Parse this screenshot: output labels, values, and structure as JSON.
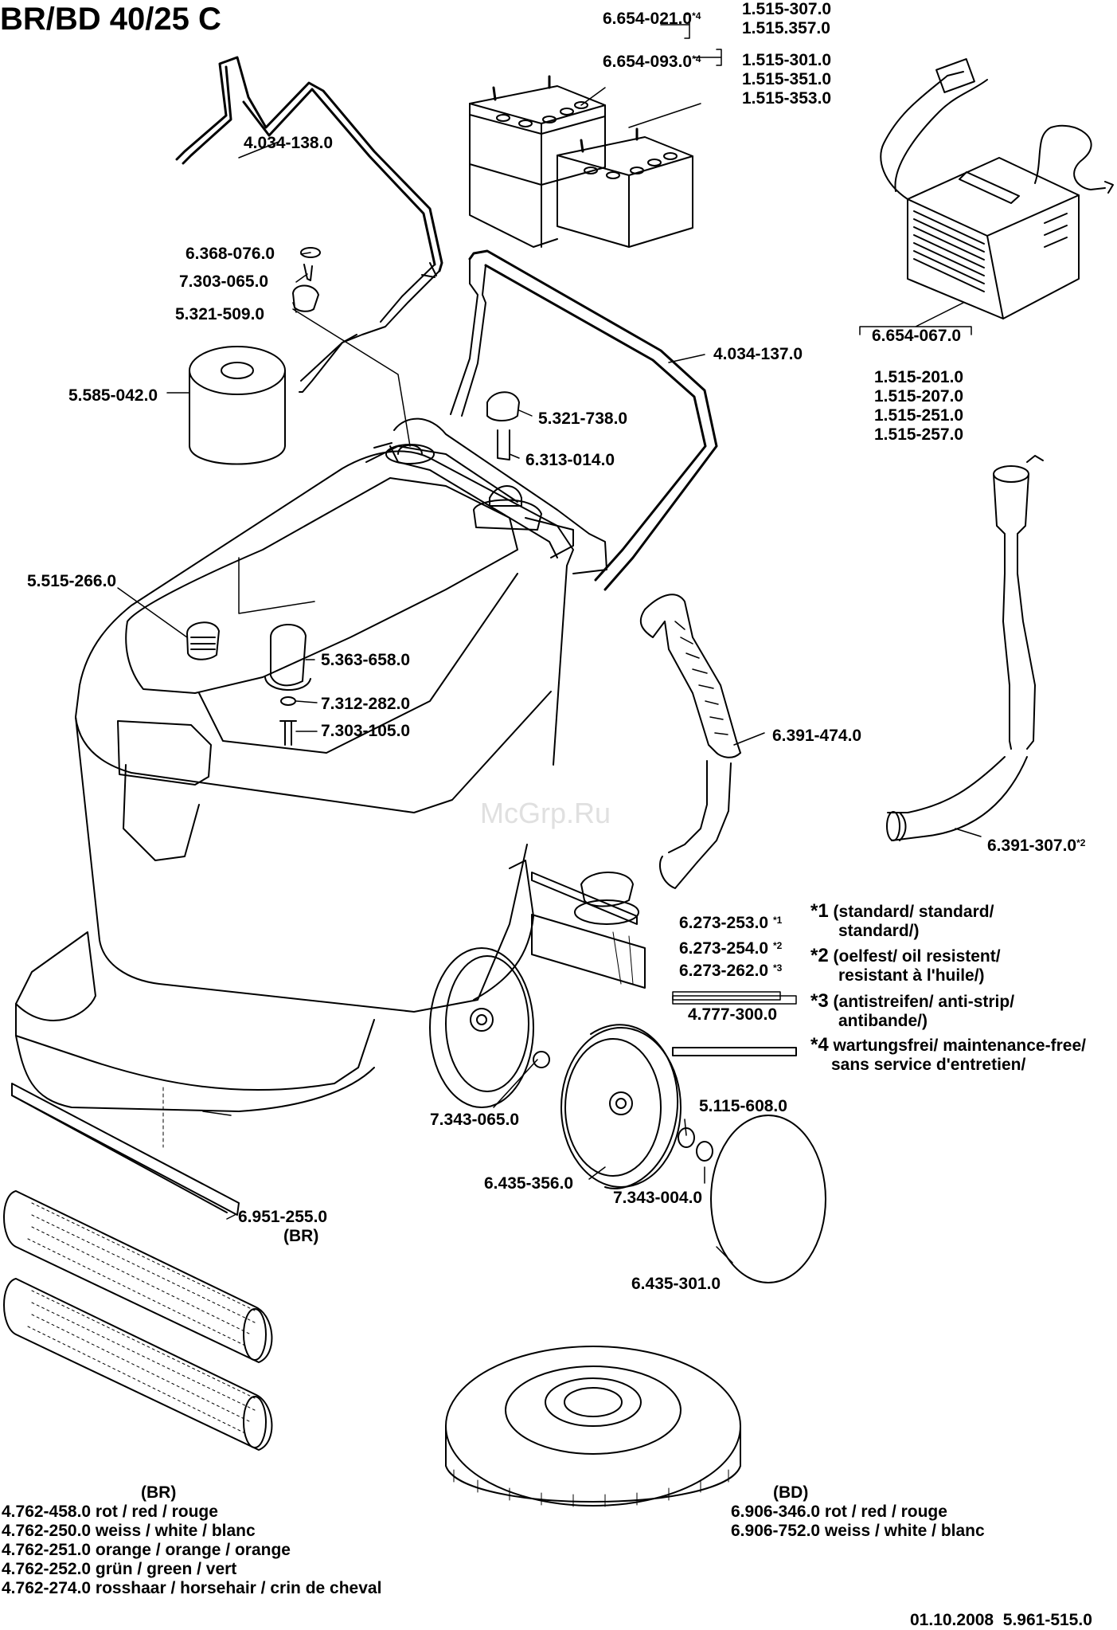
{
  "title": "BR/BD 40/25 C",
  "watermark": "McGrp.Ru",
  "footer": {
    "date": "01.10.2008",
    "doc_number": "5.961-515.0"
  },
  "battery": {
    "variant1": {
      "part": "6.654-021.0",
      "footnote": "*4",
      "models": [
        "1.515-307.0",
        "1.515.357.0"
      ]
    },
    "variant2": {
      "part": "6.654-093.0",
      "footnote": "*4",
      "models": [
        "1.515-301.0",
        "1.515-351.0",
        "1.515-353.0"
      ]
    }
  },
  "charger": {
    "part": "6.654-067.0",
    "models": [
      "1.515-201.0",
      "1.515-207.0",
      "1.515-251.0",
      "1.515-257.0"
    ]
  },
  "parts": {
    "handle_bow": "4.034-138.0",
    "cap": "6.368-076.0",
    "screw_top": "7.303-065.0",
    "knob_top": "5.321-509.0",
    "filter": "5.585-042.0",
    "push_handle": "4.034-137.0",
    "knob_mid": "5.321-738.0",
    "pin": "6.313-014.0",
    "fill_cap": "5.515-266.0",
    "sleeve": "5.363-658.0",
    "washer_small": "7.312-282.0",
    "screw_small": "7.303-105.0",
    "suction_hose": "6.391-474.0",
    "drain_hose": "6.391-307.0",
    "drain_hose_note": "*2",
    "squeegee_blade": "6.951-255.0",
    "squeegee_blade_note": "(BR)",
    "washer_wheel": "7.343-065.0",
    "wheel": "6.435-356.0",
    "hub_ring": "5.115-608.0",
    "washer_outer": "7.343-004.0",
    "wheel_cover": "6.435-301.0",
    "support": "4.777-300.0"
  },
  "squeegee_lips": [
    {
      "part": "6.273-253.0",
      "note": "*1"
    },
    {
      "part": "6.273-254.0",
      "note": "*2"
    },
    {
      "part": "6.273-262.0",
      "note": "*3"
    }
  ],
  "legend": [
    {
      "mark": "*1",
      "lines": [
        "(standard/ standard/",
        "standard/)"
      ]
    },
    {
      "mark": "*2",
      "lines": [
        "(oelfest/ oil resistent/",
        "resistant à l'huile/)"
      ]
    },
    {
      "mark": "*3",
      "lines": [
        "(antistreifen/ anti-strip/",
        "antibande/)"
      ]
    },
    {
      "mark": "*4",
      "lines": [
        "wartungsfrei/ maintenance-free/",
        "sans service d'entretien/"
      ]
    }
  ],
  "brushes_br": {
    "heading": "(BR)",
    "items": [
      "4.762-458.0 rot / red / rouge",
      "4.762-250.0 weiss / white / blanc",
      "4.762-251.0 orange / orange / orange",
      "4.762-252.0 grün / green / vert",
      "4.762-274.0 rosshaar / horsehair / crin de cheval"
    ]
  },
  "pads_bd": {
    "heading": "(BD)",
    "items": [
      "6.906-346.0 rot / red / rouge",
      "6.906-752.0 weiss / white / blanc"
    ]
  }
}
